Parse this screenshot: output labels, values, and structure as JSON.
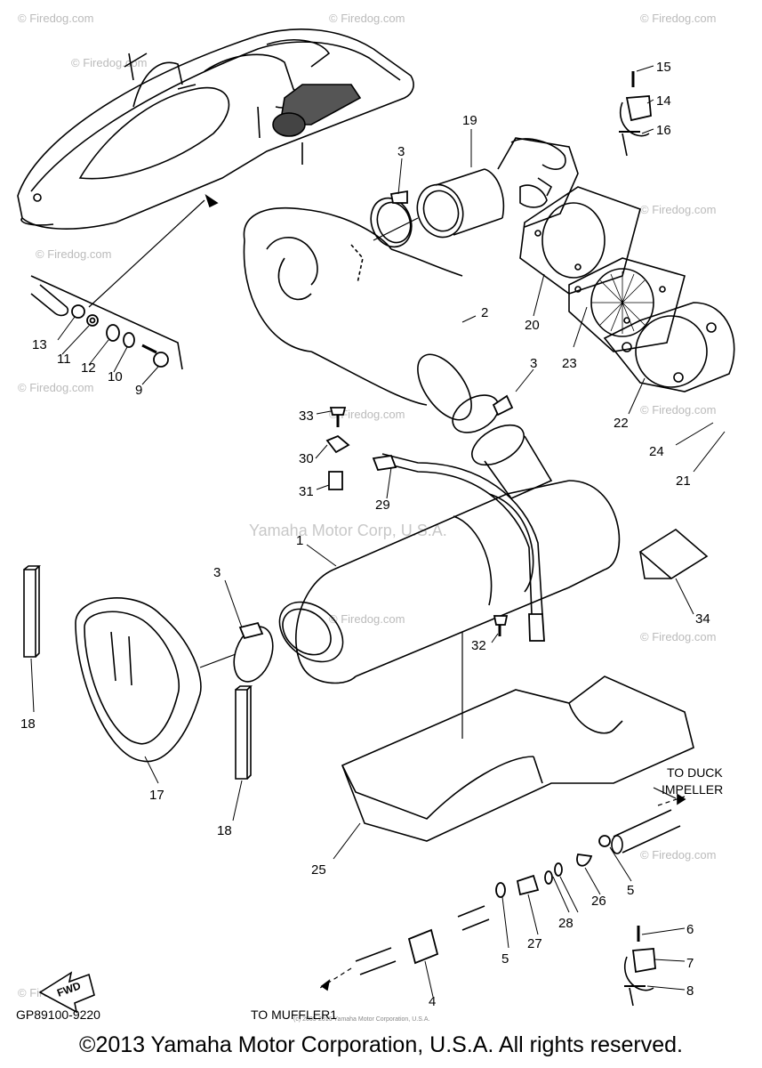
{
  "watermarks": {
    "firedog": "© Firedog.com",
    "center": "Yamaha Motor Corp, U.S.A.",
    "tiny": "(c) 2005-2016 Yamaha Motor Corporation, U.S.A."
  },
  "labels": {
    "l15": "15",
    "l14": "14",
    "l16": "16",
    "l19": "19",
    "l3a": "3",
    "l13": "13",
    "l11": "11",
    "l12": "12",
    "l10": "10",
    "l9": "9",
    "l2": "2",
    "l20": "20",
    "l23": "23",
    "l3b": "3",
    "l22": "22",
    "l33": "33",
    "l30": "30",
    "l31": "31",
    "l29": "29",
    "l24": "24",
    "l21": "21",
    "l1": "1",
    "l3c": "3",
    "l34": "34",
    "l32": "32",
    "l18a": "18",
    "l17": "17",
    "l18b": "18",
    "l25": "25",
    "l5a": "5",
    "l26": "26",
    "l28": "28",
    "l27": "27",
    "l5b": "5",
    "l6": "6",
    "l7": "7",
    "l8": "8",
    "l4": "4"
  },
  "notes": {
    "to_duck_line1": "TO DUCK",
    "to_duck_line2": "IMPELLER",
    "to_muffler": "TO MUFFLER1",
    "fwd": "FWD",
    "part_code": "GP89100-9220"
  },
  "copyright": "©2013 Yamaha Motor Corporation, U.S.A. All rights reserved."
}
